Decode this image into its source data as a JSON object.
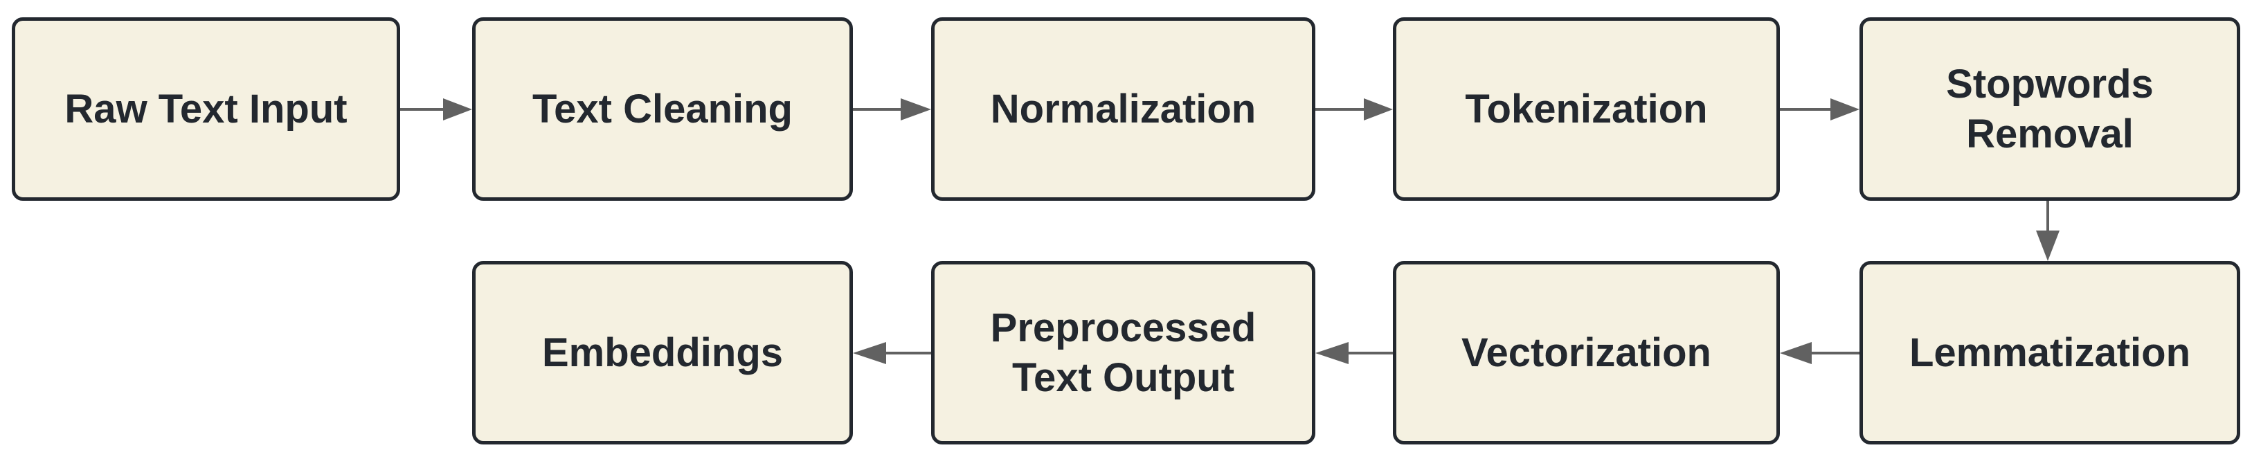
{
  "diagram": {
    "type": "flowchart",
    "background_color": "#FFFFFF",
    "node_fill_color": "#F5F1E1",
    "node_border_color": "#23282F",
    "node_text_color": "#23282F",
    "arrow_color": "#616161",
    "nodes": [
      {
        "id": "raw-text-input",
        "label": "Raw Text Input"
      },
      {
        "id": "text-cleaning",
        "label": "Text Cleaning"
      },
      {
        "id": "normalization",
        "label": "Normalization"
      },
      {
        "id": "tokenization",
        "label": "Tokenization"
      },
      {
        "id": "stopwords-removal",
        "label": "Stopwords Removal"
      },
      {
        "id": "lemmatization",
        "label": "Lemmatization"
      },
      {
        "id": "vectorization",
        "label": "Vectorization"
      },
      {
        "id": "preprocessed-text-output",
        "label": "Preprocessed Text Output"
      },
      {
        "id": "embeddings",
        "label": "Embeddings"
      }
    ],
    "edges": [
      {
        "from": "raw-text-input",
        "to": "text-cleaning",
        "direction": "right"
      },
      {
        "from": "text-cleaning",
        "to": "normalization",
        "direction": "right"
      },
      {
        "from": "normalization",
        "to": "tokenization",
        "direction": "right"
      },
      {
        "from": "tokenization",
        "to": "stopwords-removal",
        "direction": "right"
      },
      {
        "from": "stopwords-removal",
        "to": "lemmatization",
        "direction": "down"
      },
      {
        "from": "lemmatization",
        "to": "vectorization",
        "direction": "left"
      },
      {
        "from": "vectorization",
        "to": "preprocessed-text-output",
        "direction": "left"
      },
      {
        "from": "preprocessed-text-output",
        "to": "embeddings",
        "direction": "left"
      }
    ]
  }
}
